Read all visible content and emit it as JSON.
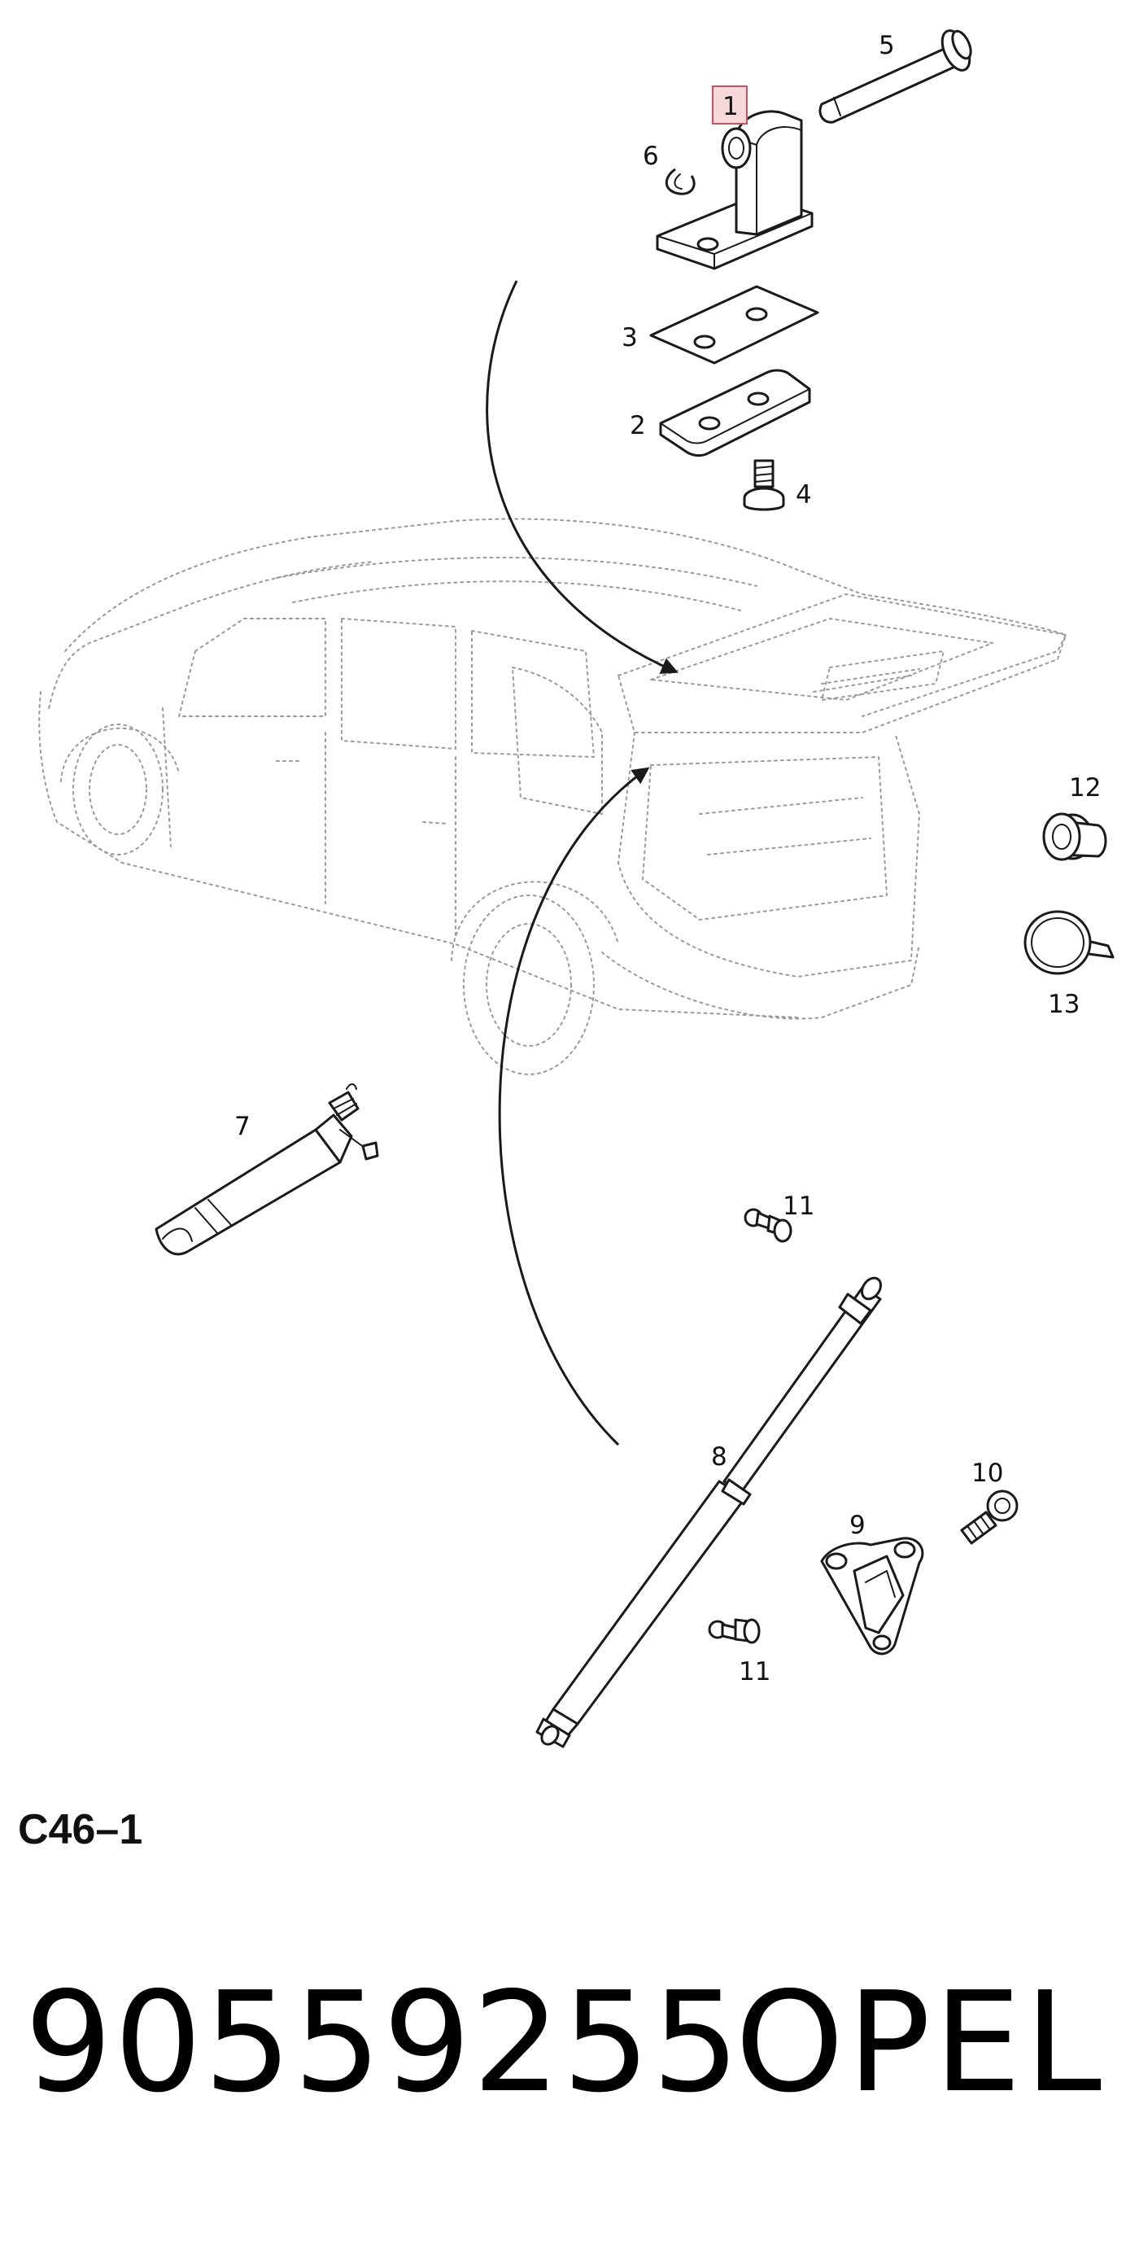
{
  "callouts": {
    "c1": "1",
    "c2": "2",
    "c3": "3",
    "c4": "4",
    "c5": "5",
    "c6": "6",
    "c7": "7",
    "c8": "8",
    "c9": "9",
    "c10": "10",
    "c11a": "11",
    "c11b": "11",
    "c12": "12",
    "c13": "13"
  },
  "highlighted_callout": "1",
  "highlight_color": "#d0505f",
  "diagram_code": "C46–1",
  "part_number": "90559255",
  "brand": "OPEL"
}
